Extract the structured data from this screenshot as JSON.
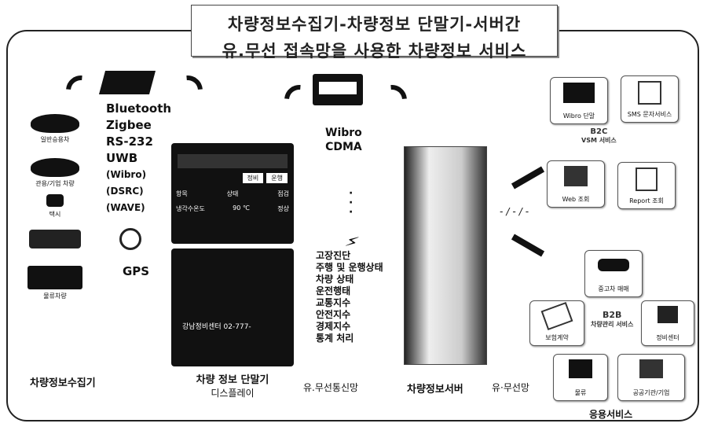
{
  "title": {
    "line1": "차량정보수집기-차량정보 단말기-서버간",
    "line2": "유.무선 접속망을 사용한 차량정보 서비스"
  },
  "vehicles": [
    {
      "label": "일반승용차"
    },
    {
      "label": "관용/기업 차량"
    },
    {
      "label": "택시"
    },
    {
      "label": ""
    },
    {
      "label": "물류차량"
    }
  ],
  "connections": [
    "Bluetooth",
    "Zigbee",
    "RS-232",
    "UWB",
    "(Wibro)",
    "(DSRC)",
    "(WAVE)"
  ],
  "gps_label": "GPS",
  "collector_label": "차량정보수집기",
  "terminal": {
    "label_line1": "차량 정보 단말기",
    "label_line2": "디스플레이",
    "tabs": [
      "정비",
      "운행"
    ],
    "rows": [
      {
        "name": "항목",
        "v1": "상태",
        "v2": "점검"
      },
      {
        "name": "냉각수온도",
        "v1": "90 ℃",
        "v2": "정상"
      }
    ],
    "message": "강남정비센터 02-777-"
  },
  "wireless_net": {
    "labels": [
      "Wibro",
      "CDMA"
    ],
    "caption": "유.무선통신망"
  },
  "services_list": [
    "고장진단",
    "주행 및 운행상태",
    "차량 상태",
    "운전행태",
    "교통지수",
    "안전지수",
    "경제지수",
    "통계 처리"
  ],
  "server": {
    "label": "차량정보서버",
    "net_caption": "유·무선망"
  },
  "b2c": {
    "title": "B2C",
    "subtitle": "VSM 서비스",
    "items": [
      {
        "label": "Wibro 단말"
      },
      {
        "label": "SMS 문자서비스"
      },
      {
        "label": "Web 조회"
      },
      {
        "label": "Report 조회"
      }
    ]
  },
  "b2b": {
    "title": "B2B",
    "subtitle": "차량관리 서비스",
    "items": [
      {
        "label": "중고차 매매"
      },
      {
        "label": "보험계약"
      },
      {
        "label": "정비센터"
      },
      {
        "label": "물류"
      },
      {
        "label": "공공기관/기업"
      }
    ]
  },
  "app_services_label": "응용서비스",
  "colors": {
    "frame": "#222222",
    "ink": "#111111",
    "title": "#222222"
  }
}
